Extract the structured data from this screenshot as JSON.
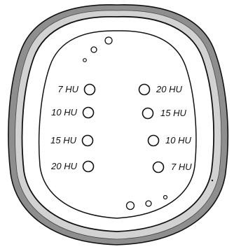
{
  "colors": {
    "background": "#ffffff",
    "skull_outer": "#8e8e8e",
    "skull_inner_band": "#d2d2d2",
    "outline": "#111111",
    "label_text": "#111111"
  },
  "left_inserts": [
    {
      "label": "7 HU"
    },
    {
      "label": "10 HU"
    },
    {
      "label": "15 HU"
    },
    {
      "label": "20 HU"
    }
  ],
  "right_inserts": [
    {
      "label": "20 HU"
    },
    {
      "label": "15 HU"
    },
    {
      "label": "10 HU"
    },
    {
      "label": "7 HU"
    }
  ]
}
